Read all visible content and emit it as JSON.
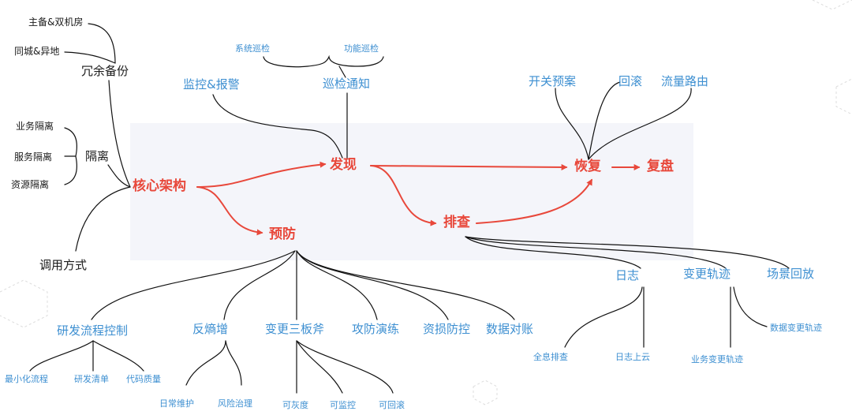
{
  "colors": {
    "core": "#e8483b",
    "sub": "#3d8fd1",
    "ink": "#1a1a1a",
    "band": "#f4f5fa"
  },
  "core": {
    "architecture": "核心架构",
    "discover": "发现",
    "prevent": "预防",
    "investigate": "排查",
    "recover": "恢复",
    "review": "复盘"
  },
  "architecture_branch": {
    "redundancy": "冗余备份",
    "active_standby": "主备&双机房",
    "same_city_remote": "同城&异地",
    "isolation": "隔离",
    "business_isolation": "业务隔离",
    "service_isolation": "服务隔离",
    "resource_isolation": "资源隔离",
    "invocation": "调用方式"
  },
  "discover_branch": {
    "monitoring": "监控&报警",
    "inspection": "巡检通知",
    "system_inspection": "系统巡检",
    "function_inspection": "功能巡检"
  },
  "recover_branch": {
    "switch_plan": "开关预案",
    "rollback": "回滚",
    "traffic_routing": "流量路由"
  },
  "prevent_branch": {
    "dev_process": "研发流程控制",
    "min_process": "最小化流程",
    "dev_checklist": "研发清单",
    "code_quality": "代码质量",
    "anti_entropy": "反熵增",
    "daily_maintenance": "日常维护",
    "risk_governance": "风险治理",
    "change_axes": "变更三板斧",
    "grayscale": "可灰度",
    "monitorable": "可监控",
    "rollbackable": "可回滚",
    "drills": "攻防演练",
    "loss_prevention": "资损防控",
    "reconciliation": "数据对账"
  },
  "investigate_branch": {
    "logs": "日志",
    "full_trace": "全息排查",
    "logs_cloud": "日志上云",
    "change_track": "变更轨迹",
    "business_change_track": "业务变更轨迹",
    "data_change_track": "数据变更轨迹",
    "scenario_replay": "场景回放"
  }
}
